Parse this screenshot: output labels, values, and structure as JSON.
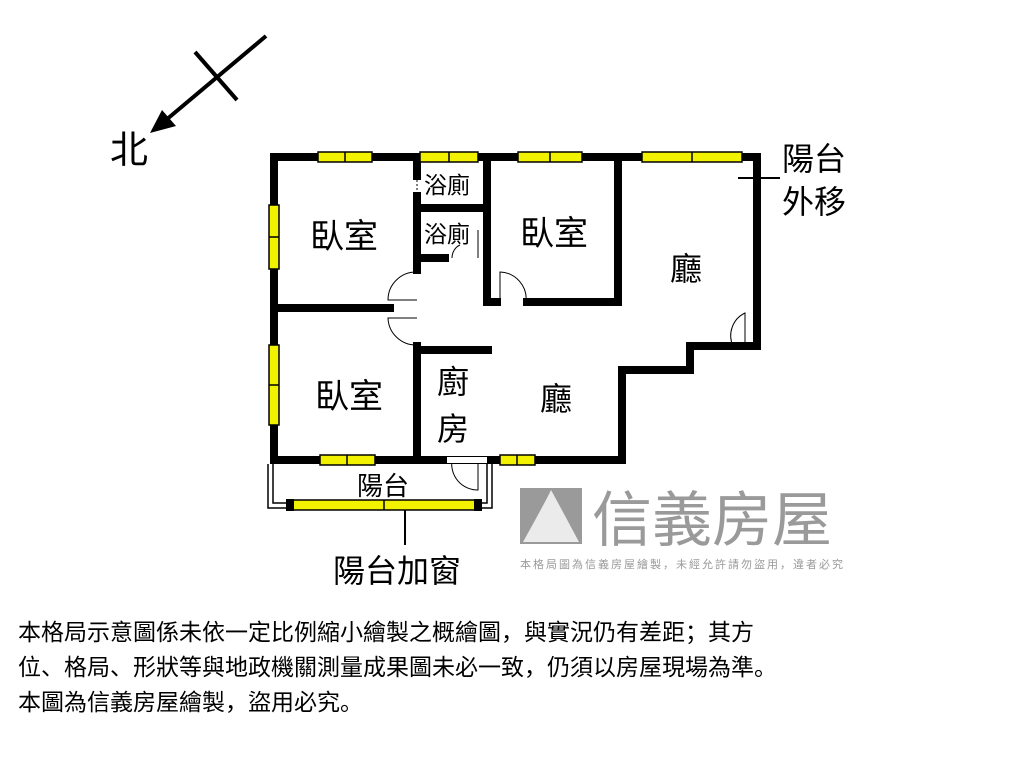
{
  "compass": {
    "north_label": "北"
  },
  "rooms": {
    "bedroom_1": "臥室",
    "bedroom_2": "臥室",
    "bedroom_3": "臥室",
    "bath_1": "浴廁",
    "bath_2": "浴廁",
    "living_1": "廳",
    "living_2": "廳",
    "kitchen_1": "廚",
    "kitchen_2": "房",
    "balcony": "陽台"
  },
  "annotations": {
    "balcony_moved_1": "陽台",
    "balcony_moved_2": "外移",
    "balcony_window": "陽台加窗"
  },
  "watermark": {
    "brand": "信義房屋",
    "notice": "本格局圖為信義房屋繪製，未經允許請勿盜用，違者必究"
  },
  "colors": {
    "wall": "#000000",
    "window": "#f2f200",
    "watermark": "#9a9a9a"
  },
  "notes": [
    "本格局示意圖係未依一定比例縮小繪製之概繪圖，與實況仍有差距；其方",
    "位、格局、形狀等與地政機關測量成果圖未必一致，仍須以房屋現場為準。",
    "本圖為信義房屋繪製，盜用必究。"
  ]
}
